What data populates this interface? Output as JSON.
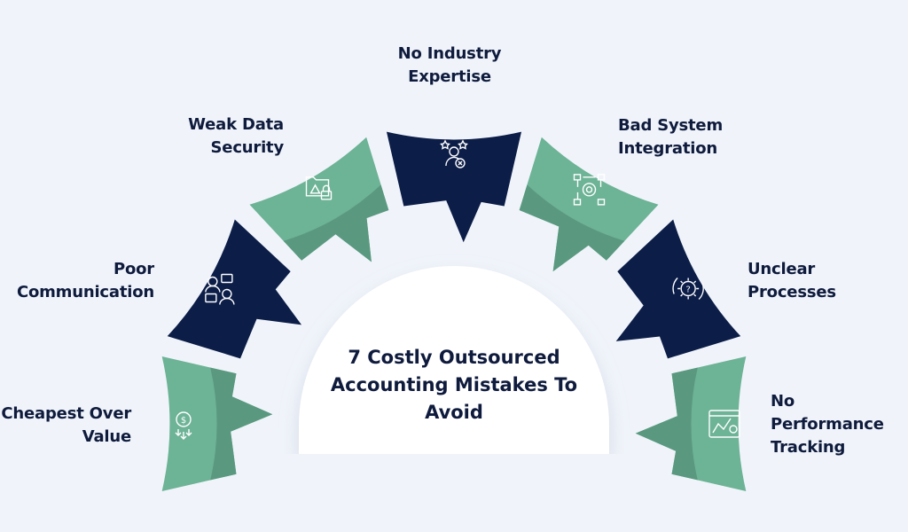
{
  "title": "7 Costly Outsourced Accounting Mistakes To Avoid",
  "colors": {
    "background": "#f0f4fa",
    "green": "#6db396",
    "green_dark": "#5a9980",
    "navy": "#0c1d48",
    "text": "#0f1b3d"
  },
  "items": [
    {
      "label": "Cheapest Over Value",
      "icon": "money-down-icon",
      "color": "green"
    },
    {
      "label": "Poor Communication",
      "icon": "communication-icon",
      "color": "navy"
    },
    {
      "label": "Weak Data Security",
      "icon": "folder-lock-icon",
      "color": "green"
    },
    {
      "label": "No Industry Expertise",
      "icon": "expert-cross-icon",
      "color": "navy"
    },
    {
      "label": "Bad System Integration",
      "icon": "system-integration-icon",
      "color": "green"
    },
    {
      "label": "Unclear Processes",
      "icon": "gear-question-icon",
      "color": "navy"
    },
    {
      "label": "No Performance Tracking",
      "icon": "performance-chart-icon",
      "color": "green"
    }
  ]
}
